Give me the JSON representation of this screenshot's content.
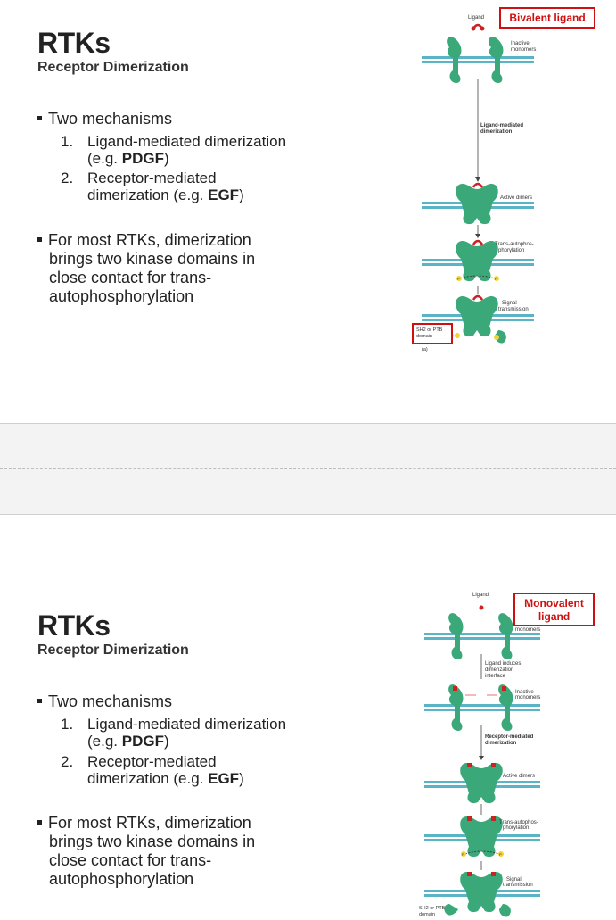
{
  "slides": [
    {
      "title": "RTKs",
      "subtitle": "Receptor Dimerization",
      "bullet1": "Two mechanisms",
      "items": [
        {
          "num": "1.",
          "line1": "Ligand-mediated dimerization",
          "pre": "(e.g. ",
          "bold": "PDGF",
          "post": ")"
        },
        {
          "num": "2.",
          "line1": "Receptor-mediated",
          "pre": "dimerization (e.g. ",
          "bold": "EGF",
          "post": ")"
        }
      ],
      "bullet2_lines": [
        "For most RTKs, dimerization",
        "brings two kinase domains in",
        "close contact for trans-",
        "autophosphorylation"
      ],
      "callout": "Bivalent ligand",
      "diagram": {
        "ligand": "Ligand",
        "inactive": [
          "Inactive",
          "monomers"
        ],
        "step": [
          "Ligand-mediated",
          "dimerization"
        ],
        "active": "Active dimers",
        "trans": [
          "Trans-autophos-",
          "phorylation"
        ],
        "signal": [
          "Signal",
          "transmission"
        ],
        "sh2": [
          "SH2 or PTB",
          "domain"
        ],
        "panel": "(a)",
        "p": "P"
      }
    },
    {
      "title": "RTKs",
      "subtitle": "Receptor Dimerization",
      "bullet1": "Two mechanisms",
      "items": [
        {
          "num": "1.",
          "line1": "Ligand-mediated dimerization",
          "pre": "(e.g. ",
          "bold": "PDGF",
          "post": ")"
        },
        {
          "num": "2.",
          "line1": "Receptor-mediated",
          "pre": "dimerization (e.g. ",
          "bold": "EGF",
          "post": ")"
        }
      ],
      "bullet2_lines": [
        "For most RTKs, dimerization",
        "brings two kinase domains in",
        "close contact for trans-",
        "autophosphorylation"
      ],
      "callout_lines": [
        "Monovalent",
        "ligand"
      ],
      "diagram": {
        "ligand": "Ligand",
        "inactive": [
          "Inactive",
          "monomers"
        ],
        "induce": [
          "Ligand induces",
          "dimerization",
          "interface"
        ],
        "inactive2": [
          "Inactive",
          "monomers"
        ],
        "step": [
          "Receptor-mediated",
          "dimerization"
        ],
        "active": "Active dimers",
        "trans": [
          "Trans-autophos-",
          "phorylation"
        ],
        "signal": [
          "Signal",
          "transmission"
        ],
        "sh2": [
          "SH2 or PTB",
          "domain"
        ],
        "p": "P"
      }
    }
  ],
  "colors": {
    "membrane": "#5bb3c6",
    "receptor": "#3aa879",
    "ligand_red": "#cc2222",
    "callout_red": "#d01010",
    "phospho_yellow": "#f3d23a"
  }
}
